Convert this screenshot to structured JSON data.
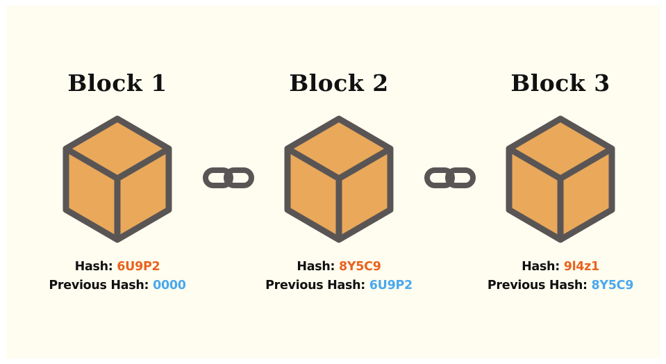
{
  "colors": {
    "background": "#fffdf0",
    "cube_fill": "#e9a85a",
    "cube_stroke": "#5a5555",
    "hash_value": "#e8631e",
    "previous_hash_value": "#4aa8ee"
  },
  "icons": {
    "block": "cube-icon",
    "connector": "chain-link-icon"
  },
  "blocks": [
    {
      "title": "Block 1",
      "hash_label": "Hash:",
      "hash": "6U9P2",
      "prev_label": "Previous Hash:",
      "prev_hash": "0000"
    },
    {
      "title": "Block 2",
      "hash_label": "Hash:",
      "hash": "8Y5C9",
      "prev_label": "Previous Hash:",
      "prev_hash": "6U9P2"
    },
    {
      "title": "Block 3",
      "hash_label": "Hash:",
      "hash": "9l4z1",
      "prev_label": "Previous Hash:",
      "prev_hash": "8Y5C9"
    }
  ]
}
